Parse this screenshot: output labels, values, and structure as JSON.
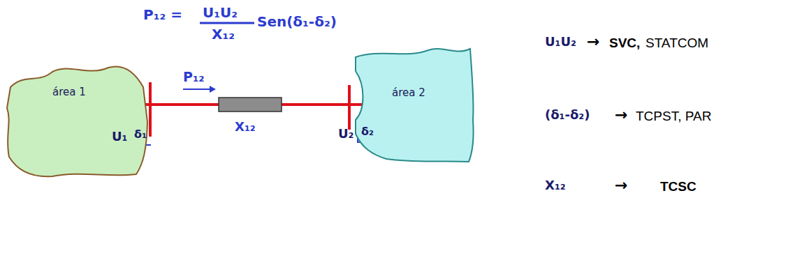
{
  "diagram": {
    "nodes": [
      {
        "text": [
          "área 1"
        ]
      },
      {
        "text": [
          "área 2"
        ]
      }
    ],
    "edges": [
      {
        "from": 0,
        "to": 1,
        "arrow": "none"
      }
    ],
    "labels": [
      "P₁₂ =",
      "U₁U₂",
      "X₁₂",
      "Sen(δ₁-δ₂)",
      "P₁₂",
      "X₁₂",
      "U₁",
      "δ₁",
      "U₂",
      "δ₂",
      "U₁U₂",
      "→",
      "SVC,",
      "STATCOM",
      "(δ₁-δ₂)",
      "→",
      "TCPST, PAR",
      "X₁₂",
      "→",
      "TCSC"
    ]
  }
}
